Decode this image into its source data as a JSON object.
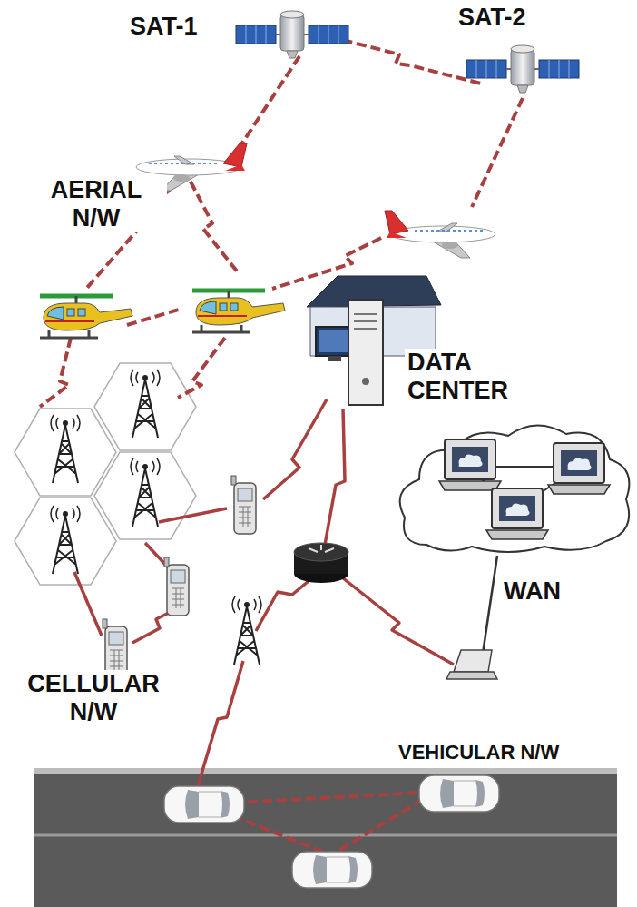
{
  "diagram": {
    "labels": [
      "SAT-1",
      "SAT-2",
      "AERIAL N/W",
      "DATA CENTER",
      "WAN",
      "CELLULAR N/W",
      "VEHICULAR N/W"
    ]
  }
}
